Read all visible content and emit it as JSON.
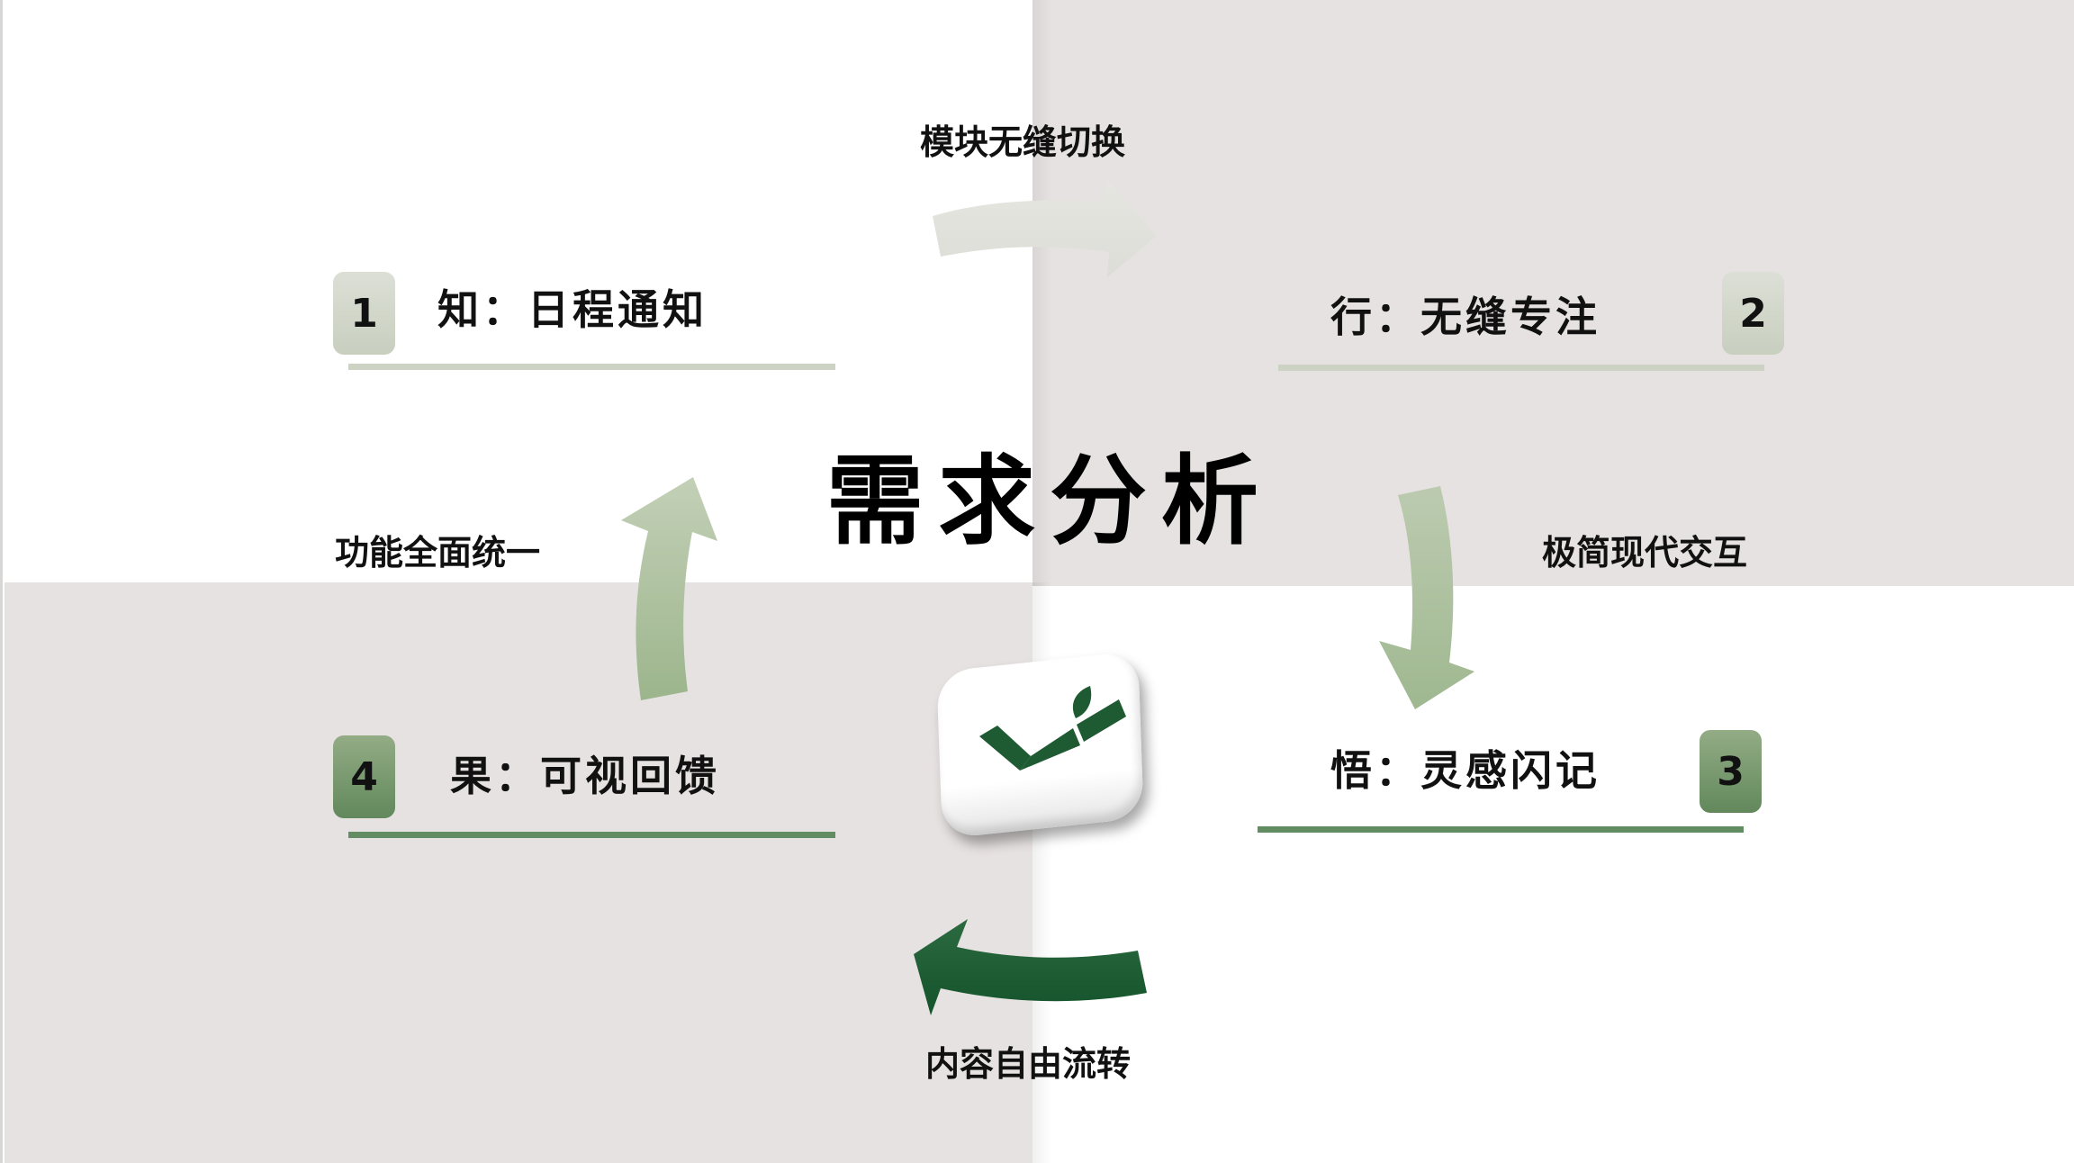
{
  "title": "需求分析",
  "steps": [
    {
      "number": "1",
      "text": "知：日程通知",
      "style": "light"
    },
    {
      "number": "2",
      "text": "行：无缝专注",
      "style": "light"
    },
    {
      "number": "3",
      "text": "悟：灵感闪记",
      "style": "dark"
    },
    {
      "number": "4",
      "text": "果：可视回馈",
      "style": "dark"
    }
  ],
  "transitions": {
    "top": "模块无缝切换",
    "right": "极简现代交互",
    "bottom": "内容自由流转",
    "left": "功能全面统一"
  },
  "logo": {
    "icon": "bamboo-check-icon"
  },
  "colors": {
    "quadrant_gray": "#e7e2e2",
    "light_green": "#cdd3c4",
    "mid_green": "#a9c19a",
    "dark_green": "#1e5a32",
    "badge_dark": "#6f9366"
  }
}
